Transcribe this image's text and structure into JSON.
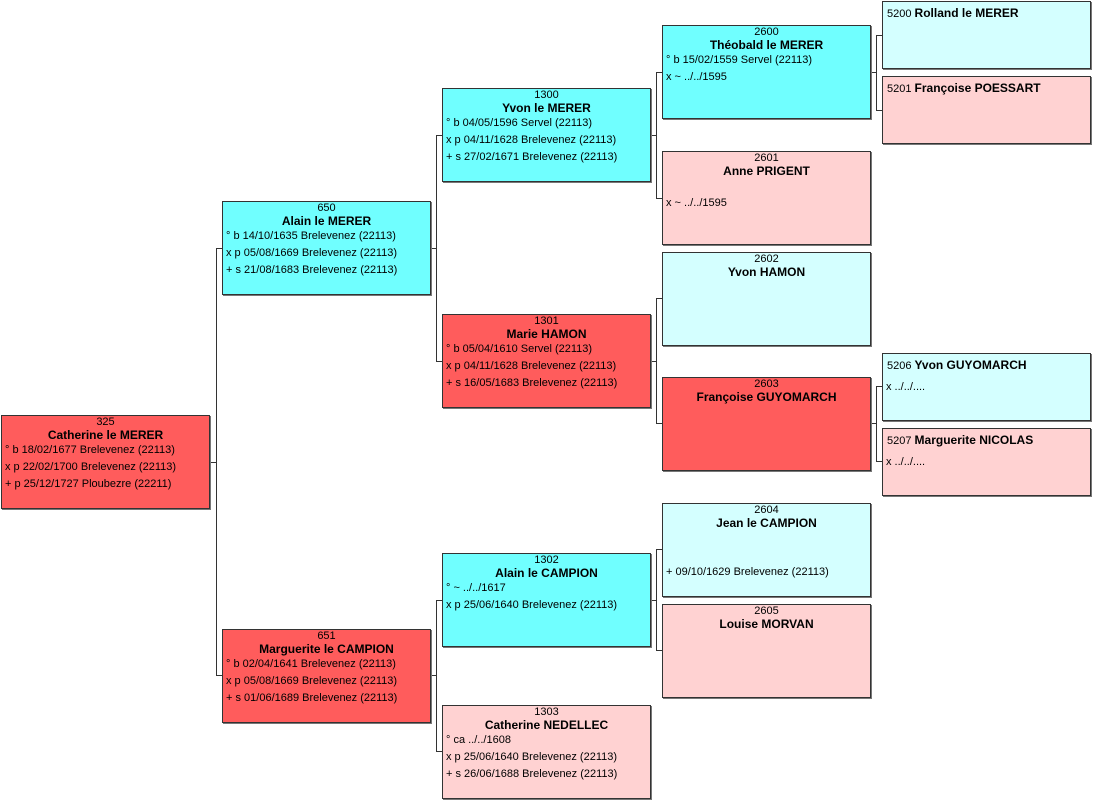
{
  "persons": {
    "p325": {
      "num": "325",
      "name": "Catherine le MERER",
      "lines": [
        "° b 18/02/1677 Brelevenez (22113)",
        "x p 22/02/1700 Brelevenez (22113)",
        "+ p 25/12/1727 Ploubezre (22211)"
      ]
    },
    "p650": {
      "num": "650",
      "name": "Alain le MERER",
      "lines": [
        "° b 14/10/1635 Brelevenez (22113)",
        "x p 05/08/1669 Brelevenez (22113)",
        "+ s 21/08/1683 Brelevenez (22113)"
      ]
    },
    "p651": {
      "num": "651",
      "name": "Marguerite le CAMPION",
      "lines": [
        "° b 02/04/1641 Brelevenez (22113)",
        "x p 05/08/1669 Brelevenez (22113)",
        "+ s 01/06/1689 Brelevenez (22113)"
      ]
    },
    "p1300": {
      "num": "1300",
      "name": "Yvon le MERER",
      "lines": [
        "° b 04/05/1596 Servel (22113)",
        "x p 04/11/1628 Brelevenez (22113)",
        "+ s 27/02/1671 Brelevenez (22113)"
      ]
    },
    "p1301": {
      "num": "1301",
      "name": "Marie HAMON",
      "lines": [
        "° b 05/04/1610 Servel (22113)",
        "x p 04/11/1628 Brelevenez (22113)",
        "+ s 16/05/1683 Brelevenez (22113)"
      ]
    },
    "p1302": {
      "num": "1302",
      "name": "Alain le CAMPION",
      "lines": [
        "° ~ ../../1617",
        "x p 25/06/1640 Brelevenez (22113)"
      ]
    },
    "p1303": {
      "num": "1303",
      "name": "Catherine NEDELLEC",
      "lines": [
        "° ca ../../1608",
        "x p 25/06/1640 Brelevenez (22113)",
        "+ s 26/06/1688 Brelevenez (22113)"
      ]
    },
    "p2600": {
      "num": "2600",
      "name": "Théobald le MERER",
      "lines": [
        "° b 15/02/1559 Servel (22113)",
        "x ~ ../../1595"
      ]
    },
    "p2601": {
      "num": "2601",
      "name": "Anne PRIGENT",
      "lines": [
        "x ~ ../../1595"
      ]
    },
    "p2602": {
      "num": "2602",
      "name": "Yvon HAMON"
    },
    "p2603": {
      "num": "2603",
      "name": "Françoise GUYOMARCH"
    },
    "p2604": {
      "num": "2604",
      "name": "Jean le CAMPION",
      "lines": [
        "+ 09/10/1629 Brelevenez (22113)"
      ]
    },
    "p2605": {
      "num": "2605",
      "name": "Louise MORVAN"
    },
    "p5200": {
      "num": "5200",
      "name": "Rolland le MERER"
    },
    "p5201": {
      "num": "5201",
      "name": "Françoise POESSART"
    },
    "p5206": {
      "num": "5206",
      "name": "Yvon GUYOMARCH",
      "lines": [
        "x ../../...."
      ]
    },
    "p5207": {
      "num": "5207",
      "name": "Marguerite NICOLAS",
      "lines": [
        "x ../../...."
      ]
    }
  },
  "colors": {
    "male_highlight": "#70ffff",
    "female_highlight": "#ff5c5c",
    "male": "#d4ffff",
    "female": "#ffd2d2"
  }
}
